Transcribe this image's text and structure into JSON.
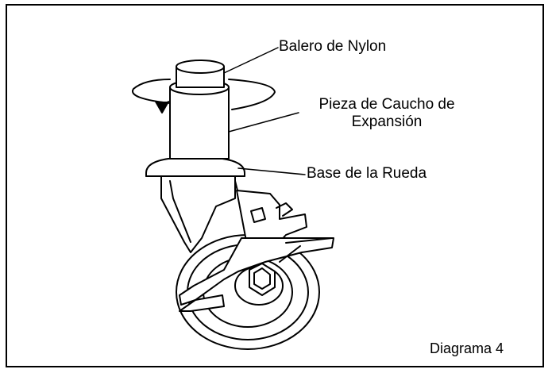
{
  "diagram": {
    "labels": {
      "nylon_bearing": "Balero de Nylon",
      "rubber_expansion_line1": "Pieza de Caucho de",
      "rubber_expansion_line2": "Expansión",
      "wheel_base": "Base de la Rueda"
    },
    "caption": "Diagrama 4",
    "line_color": "#000000",
    "background_color": "#ffffff"
  }
}
